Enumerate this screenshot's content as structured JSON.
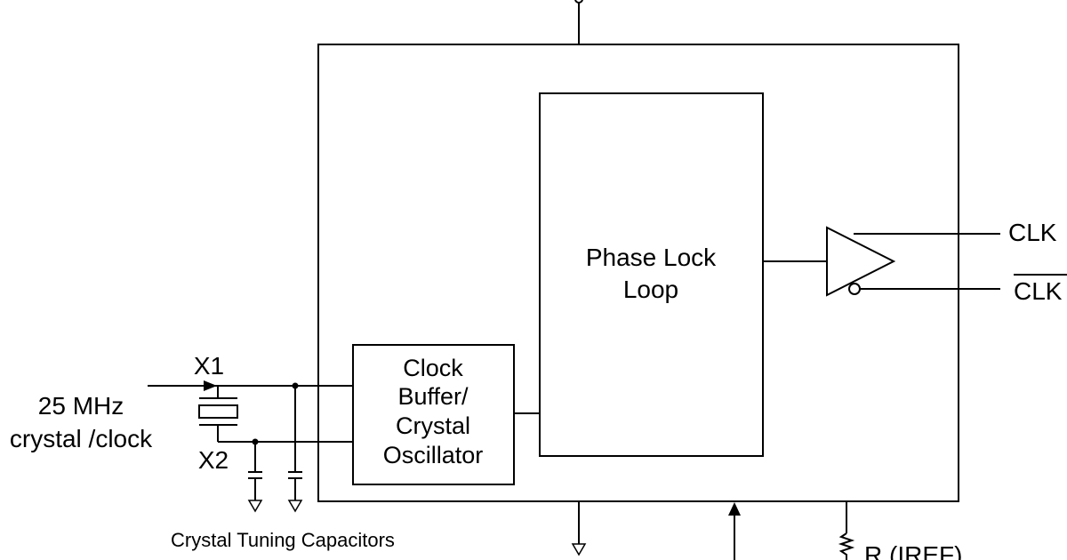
{
  "blocks": {
    "pll": {
      "line1": "Phase Lock",
      "line2": "Loop"
    },
    "osc": {
      "line1": "Clock",
      "line2": "Buffer/",
      "line3": "Crystal",
      "line4": "Oscillator"
    }
  },
  "pins": {
    "x1": "X1",
    "x2": "X2",
    "clk": "CLK",
    "clk_bar": "CLK",
    "r_label": "R  (IREF)"
  },
  "input": {
    "freq": "25 MHz",
    "kind": "crystal /clock"
  },
  "caption": "Crystal Tuning Capacitors"
}
